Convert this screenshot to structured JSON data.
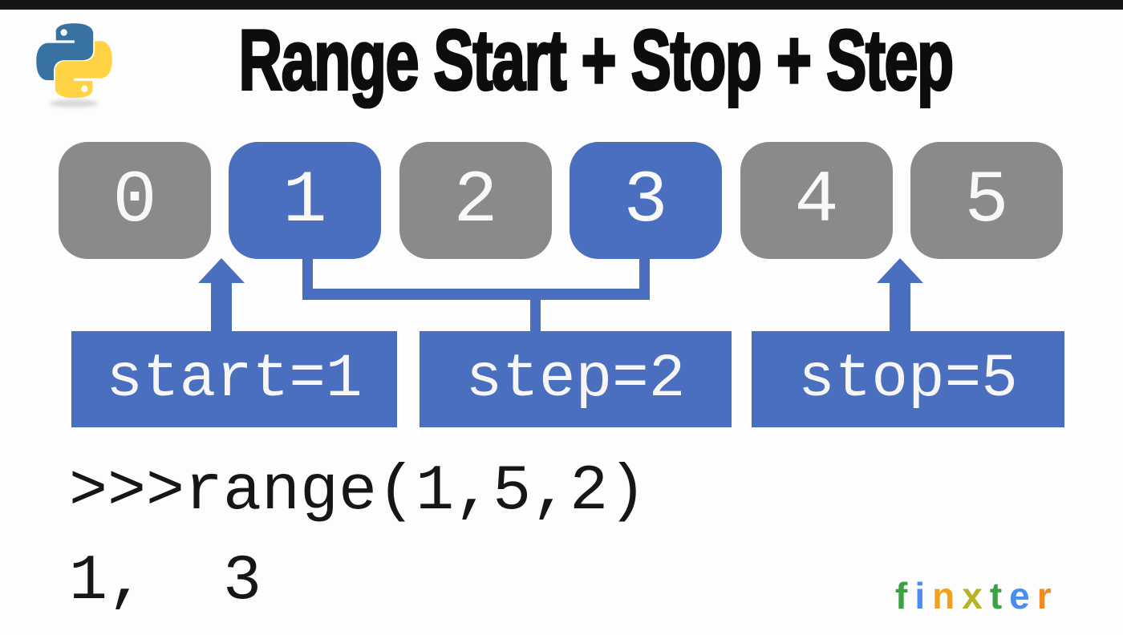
{
  "header": {
    "title": "Range Start + Stop + Step"
  },
  "number_line": {
    "cells": [
      {
        "value": "0",
        "variant": "gray"
      },
      {
        "value": "1",
        "variant": "blue"
      },
      {
        "value": "2",
        "variant": "gray"
      },
      {
        "value": "3",
        "variant": "blue"
      },
      {
        "value": "4",
        "variant": "gray"
      },
      {
        "value": "5",
        "variant": "gray"
      }
    ]
  },
  "annotations": {
    "start": "start=1",
    "step": "step=2",
    "stop": "stop=5"
  },
  "code": {
    "input": ">>>range(1,5,2)",
    "output": "1,  3"
  },
  "branding": {
    "name": "finxter",
    "letters": [
      {
        "char": "f",
        "color": "#3da144"
      },
      {
        "char": "i",
        "color": "#4a8df0"
      },
      {
        "char": "n",
        "color": "#f2a11c"
      },
      {
        "char": "x",
        "color": "#b9b32a"
      },
      {
        "char": "t",
        "color": "#3da144"
      },
      {
        "char": "e",
        "color": "#4a8df0"
      },
      {
        "char": "r",
        "color": "#f28a1c"
      }
    ]
  },
  "colors": {
    "highlight_blue": "#4a6fbf",
    "cell_gray": "#8a8a8a",
    "python_blue": "#3872a3",
    "python_yellow": "#ffd343",
    "topbar_black": "#151515"
  }
}
